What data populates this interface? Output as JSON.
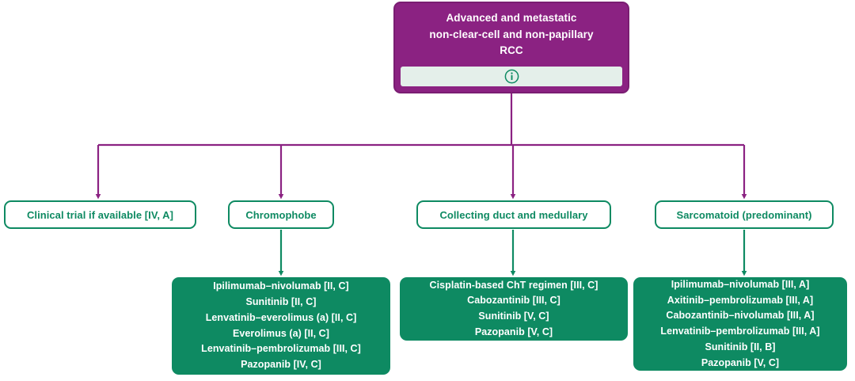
{
  "diagram": {
    "title": "Advanced and metastatic non-clear-cell and non-papillary RCC treatment algorithm",
    "colors": {
      "purple": "#8B2282",
      "green": "#0E8A62",
      "info_bar": "#E4EFEA",
      "white": "#FFFFFF"
    }
  },
  "root": {
    "title_line1": "Advanced and metastatic",
    "title_line2": "non-clear-cell and non-papillary",
    "title_line3": "RCC",
    "info_icon": "info-icon"
  },
  "branches": [
    {
      "id": "clinical-trial",
      "label": "Clinical trial if available [IV, A]",
      "treatments": []
    },
    {
      "id": "chromophobe",
      "label": "Chromophobe",
      "treatments": [
        "Ipilimumab–nivolumab [II, C]",
        "Sunitinib [II, C]",
        "Lenvatinib–everolimus (a) [II, C]",
        "Everolimus (a) [II, C]",
        "Lenvatinib–pembrolizumab [III, C]",
        "Pazopanib [IV, C]"
      ]
    },
    {
      "id": "collecting-duct-and-medullary",
      "label": "Collecting duct and medullary",
      "treatments": [
        "Cisplatin-based ChT regimen [III, C]",
        "Cabozantinib [III, C]",
        "Sunitinib [V, C]",
        "Pazopanib [V, C]"
      ]
    },
    {
      "id": "sarcomatoid-predominant",
      "label": "Sarcomatoid (predominant)",
      "treatments": [
        "Ipilimumab–nivolumab [III, A]",
        "Axitinib–pembrolizumab [III, A]",
        "Cabozantinib–nivolumab [III, A]",
        "Lenvatinib–pembrolizumab [III, A]",
        "Sunitinib [II, B]",
        "Pazopanib [V, C]"
      ]
    }
  ]
}
